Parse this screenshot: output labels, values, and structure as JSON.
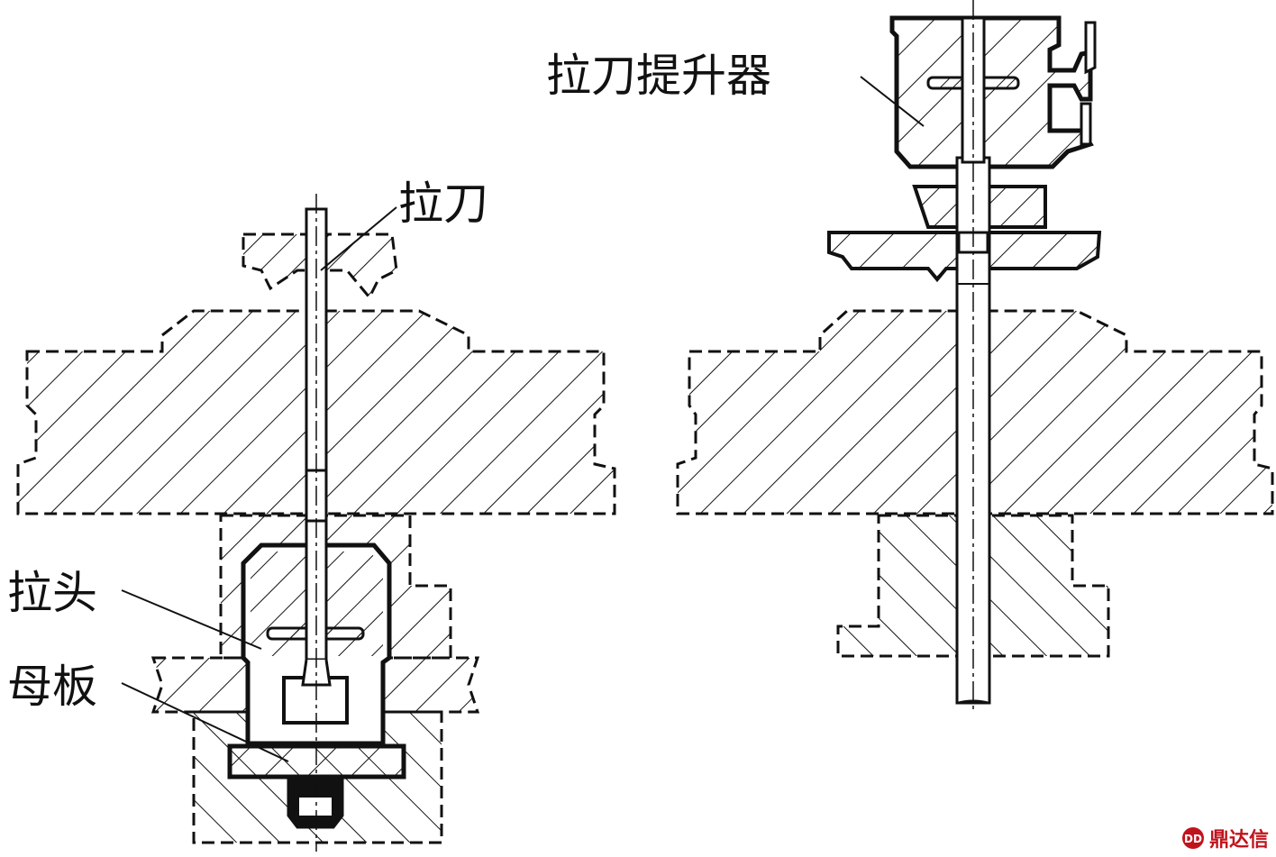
{
  "labels": {
    "broach": "拉刀",
    "broach_lifter": "拉刀提升器",
    "puller_head": "拉头",
    "mother_board": "母板"
  },
  "watermark": {
    "text": "鼎达信",
    "color": "#c0141c"
  },
  "colors": {
    "line": "#111111",
    "background": "#ffffff"
  }
}
